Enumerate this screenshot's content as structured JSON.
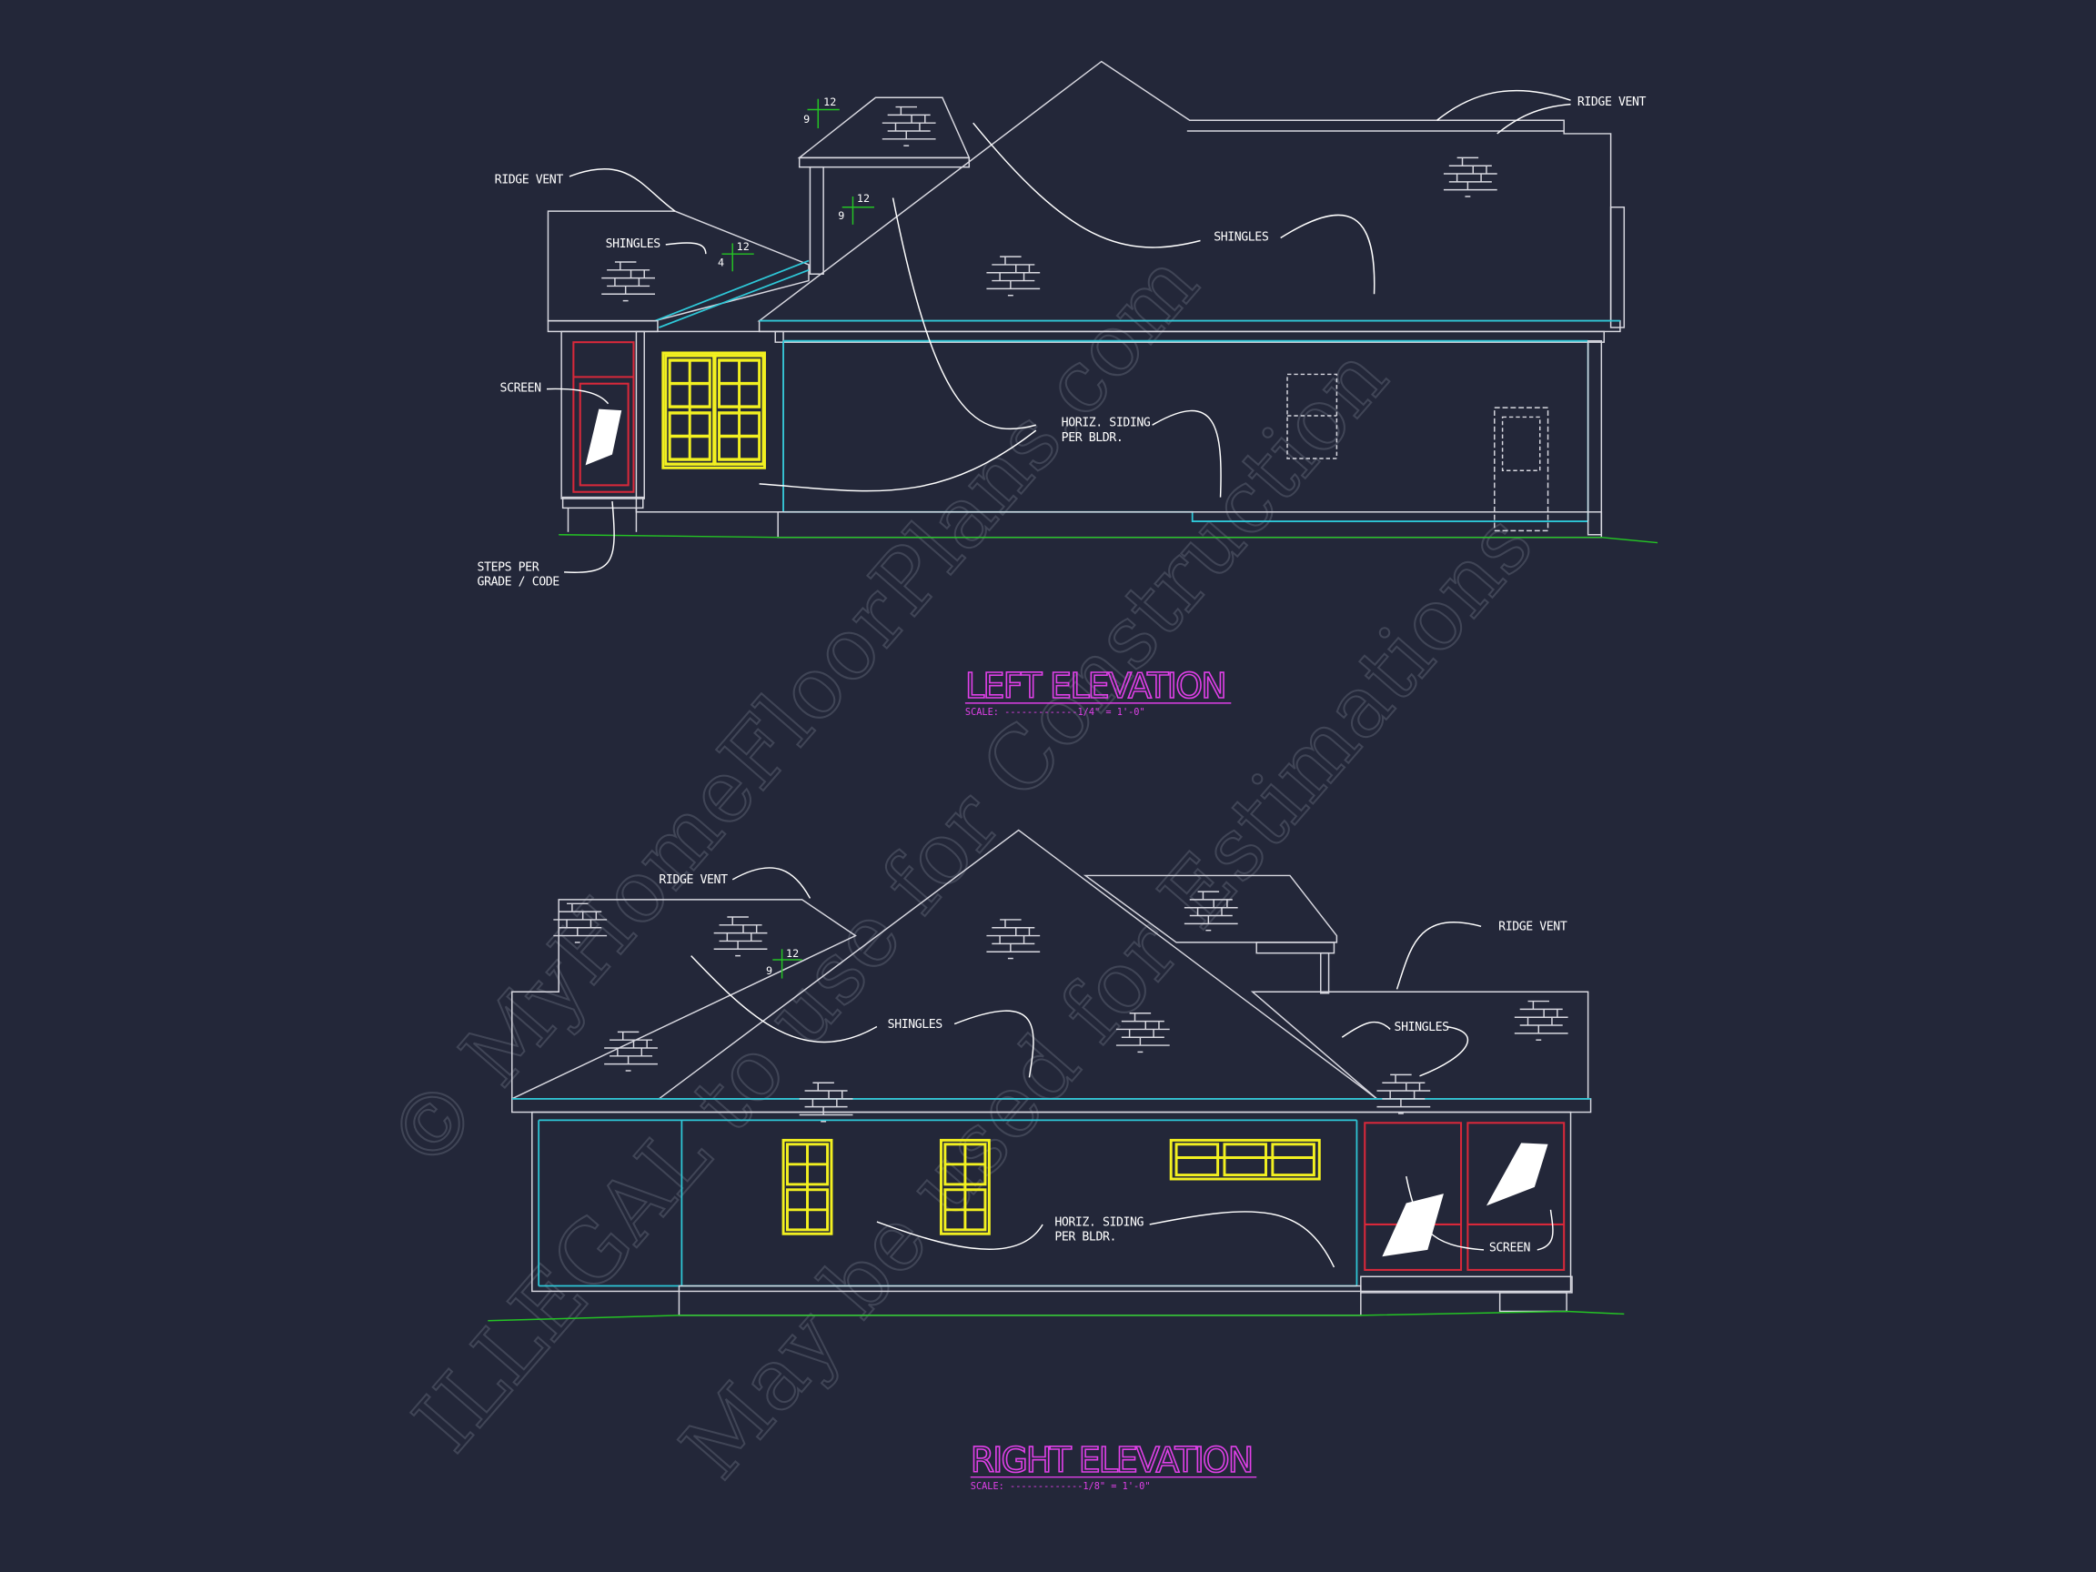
{
  "colors": {
    "background": "#232739",
    "title": "#e040e8",
    "window": "#f2f020",
    "siding": "#2ec8d8",
    "screen": "#d8283a",
    "grade": "#24c424"
  },
  "watermark": {
    "line1": "© MyHomeFloorPlans.com",
    "line2": "ILLEGAL to use for Construction",
    "line3": "May be used for Estimations"
  },
  "left_elevation": {
    "title": "LEFT ELEVATION",
    "scale": "SCALE: -------------1/4\" = 1'-0\"",
    "labels": {
      "ridge_vent_left": "RIDGE VENT",
      "ridge_vent_right": "RIDGE VENT",
      "shingles_left": "SHINGLES",
      "shingles_main": "SHINGLES",
      "screen": "SCREEN",
      "siding_line1": "HORIZ. SIDING",
      "siding_line2": "PER BLDR.",
      "steps_line1": "STEPS PER",
      "steps_line2": "GRADE / CODE"
    },
    "pitches": [
      {
        "rise": "9",
        "run": "12"
      },
      {
        "rise": "9",
        "run": "12"
      },
      {
        "rise": "4",
        "run": "12"
      }
    ]
  },
  "right_elevation": {
    "title": "RIGHT ELEVATION",
    "scale": "SCALE: -------------1/8\" = 1'-0\"",
    "labels": {
      "ridge_vent_left": "RIDGE VENT",
      "ridge_vent_right": "RIDGE VENT",
      "shingles_left": "SHINGLES",
      "shingles_right": "SHINGLES",
      "siding_line1": "HORIZ. SIDING",
      "siding_line2": "PER BLDR.",
      "screen": "SCREEN"
    },
    "pitches": [
      {
        "rise": "9",
        "run": "12"
      }
    ]
  }
}
